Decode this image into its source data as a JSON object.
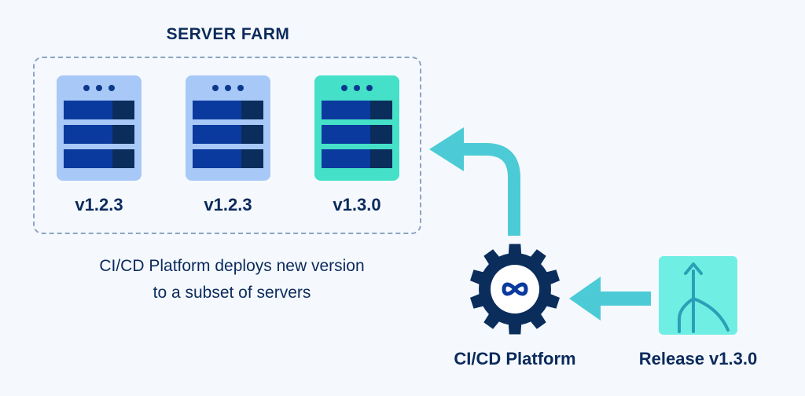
{
  "server_farm": {
    "title": "SERVER FARM",
    "servers": [
      {
        "version": "v1.2.3",
        "color": "#a8c8f8"
      },
      {
        "version": "v1.2.3",
        "color": "#a8c8f8"
      },
      {
        "version": "v1.3.0",
        "color": "#45e0c8"
      }
    ]
  },
  "caption": {
    "line1": "CI/CD Platform deploys new version",
    "line2": "to a subset of servers"
  },
  "cicd_platform": {
    "label": "CI/CD Platform",
    "icon": "gear-infinity-icon",
    "color": "#0a2d5c"
  },
  "release": {
    "label": "Release v1.3.0",
    "icon": "merge-branch-icon",
    "color": "#6fefe3"
  },
  "arrows": {
    "color": "#4ccbd6"
  }
}
